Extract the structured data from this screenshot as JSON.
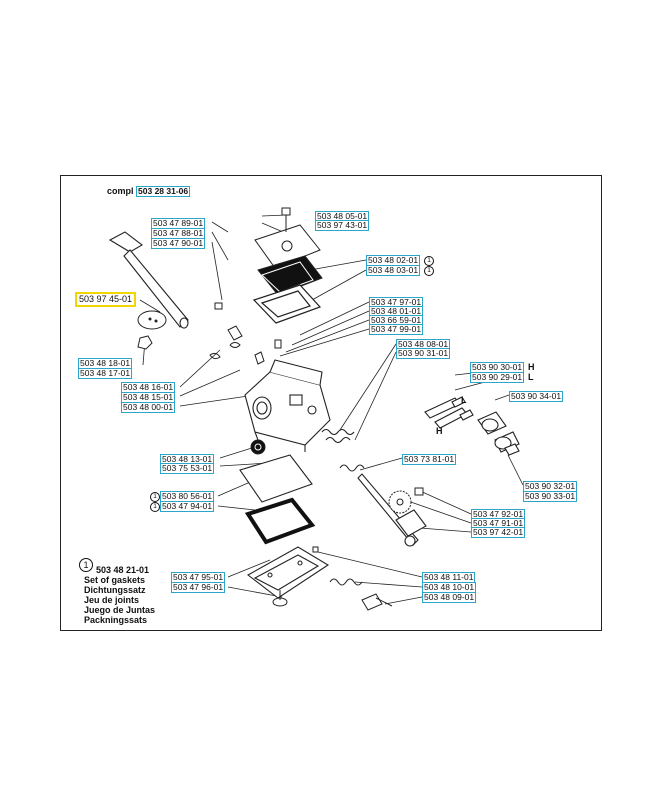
{
  "header": {
    "compl_text": "compl",
    "compl_number": "503 28 31-06"
  },
  "highlighted_part": "503 97 45-01",
  "labels": {
    "l1": "503 48 05-01",
    "l2": "503 97 43-01",
    "l3": "503 47 89-01",
    "l4": "503 47 88-01",
    "l5": "503 47 90-01",
    "l6": "503 48 02-01",
    "l7": "503 48 03-01",
    "l8": "503 47 97-01",
    "l9": "503 48 01-01",
    "l10": "503 66 59-01",
    "l11": "503 47 99-01",
    "l12": "503 48 08-01",
    "l13": "503 90 31-01",
    "l14": "503 48 18-01",
    "l15": "503 48 17-01",
    "l16": "503 90 30-01",
    "l17": "503 90 29-01",
    "l18": "503 48 16-01",
    "l19": "503 48 15-01",
    "l20": "503 48 00-01",
    "l21": "503 90 34-01",
    "l22": "503 48 13-01",
    "l23": "503 75 53-01",
    "l24": "503 73 81-01",
    "l25": "503 80 56-01",
    "l26": "503 47 94-01",
    "l27": "503 90 32-01",
    "l28": "503 90 33-01",
    "l29": "503 47 92-01",
    "l30": "503 47 91-01",
    "l31": "503 97 42-01",
    "l32": "503 47 95-01",
    "l33": "503 47 96-01",
    "l34": "503 48 11-01",
    "l35": "503 48 10-01",
    "l36": "503 48 09-01"
  },
  "markers": {
    "circle_one": "1",
    "h": "H",
    "l": "L",
    "h_small": "H",
    "l_small": "L"
  },
  "gasket_set": {
    "number": "503 48 21-01",
    "lines": [
      "Set of gaskets",
      "Dichtungssatz",
      "Jeu de joints",
      "Juego de Juntas",
      "Packningssats"
    ]
  }
}
